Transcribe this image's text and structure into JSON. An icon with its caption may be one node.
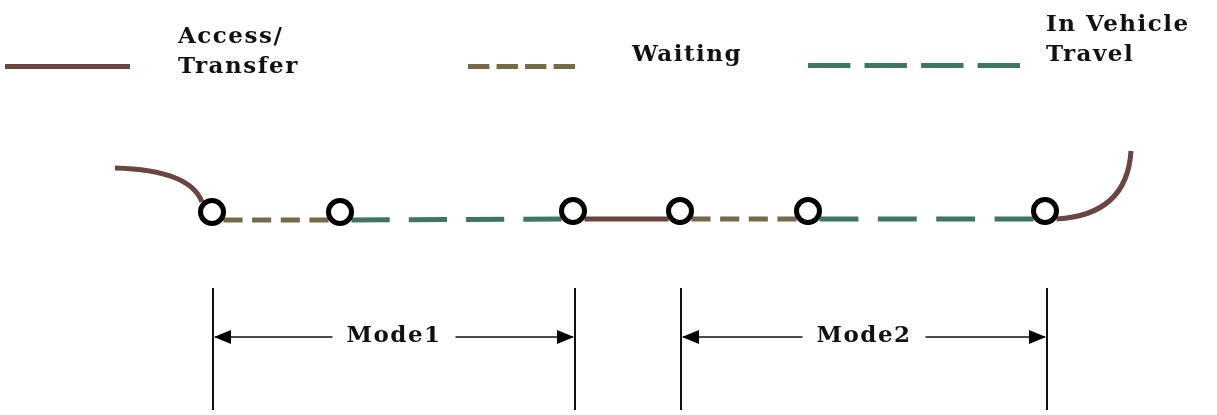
{
  "diagram": {
    "nodes": [
      {
        "text": [],
        "shape": "circle"
      },
      {
        "text": [],
        "shape": "circle"
      },
      {
        "text": [],
        "shape": "circle"
      },
      {
        "text": [],
        "shape": "circle"
      },
      {
        "text": [],
        "shape": "circle"
      },
      {
        "text": [],
        "shape": "circle"
      }
    ],
    "edges": [
      {
        "from": null,
        "to": 0,
        "arrow": "none"
      },
      {
        "from": 0,
        "to": 1,
        "arrow": "none",
        "style": "dashed",
        "color": "#75694a"
      },
      {
        "from": 1,
        "to": 2,
        "arrow": "none",
        "style": "dashed",
        "color": "#3e7566"
      },
      {
        "from": 2,
        "to": 3,
        "arrow": "none"
      },
      {
        "from": 3,
        "to": 4,
        "arrow": "none",
        "style": "dashed",
        "color": "#75694a"
      },
      {
        "from": 4,
        "to": 5,
        "arrow": "none",
        "style": "dashed",
        "color": "#3e7566"
      },
      {
        "from": 5,
        "to": null,
        "arrow": "none"
      }
    ],
    "labels": [
      "Mode1",
      "Mode2"
    ],
    "legend": [
      {
        "text": "Access/ Transfer"
      },
      {
        "text": "Waiting"
      },
      {
        "text": "In Vehicle Travel"
      }
    ]
  }
}
